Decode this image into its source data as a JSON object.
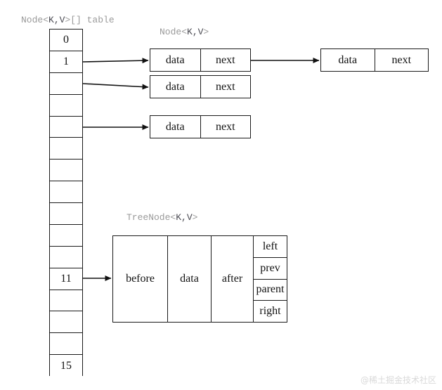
{
  "diagram": {
    "background_color": "#ffffff",
    "line_color": "#1a1a1a",
    "label_color": "#9a9a9a"
  },
  "labels": {
    "table_label": "Node<K,V>[] table",
    "node_label": "Node<K,V>",
    "treenode_label": "TreeNode<K,V>"
  },
  "hash_table": {
    "name": "table",
    "cells": [
      {
        "index": 0,
        "text": "0"
      },
      {
        "index": 1,
        "text": "1"
      },
      {
        "index": 2,
        "text": ""
      },
      {
        "index": 3,
        "text": ""
      },
      {
        "index": 4,
        "text": ""
      },
      {
        "index": 5,
        "text": ""
      },
      {
        "index": 6,
        "text": ""
      },
      {
        "index": 7,
        "text": ""
      },
      {
        "index": 8,
        "text": ""
      },
      {
        "index": 9,
        "text": ""
      },
      {
        "index": 10,
        "text": ""
      },
      {
        "index": 11,
        "text": "11"
      },
      {
        "index": 12,
        "text": ""
      },
      {
        "index": 13,
        "text": ""
      },
      {
        "index": 14,
        "text": ""
      },
      {
        "index": 15,
        "text": "15"
      }
    ]
  },
  "nodes": [
    {
      "id": "node-1",
      "fields": {
        "data": "data",
        "next": "next"
      }
    },
    {
      "id": "node-2",
      "fields": {
        "data": "data",
        "next": "next"
      }
    },
    {
      "id": "node-3",
      "fields": {
        "data": "data",
        "next": "next"
      }
    },
    {
      "id": "node-4",
      "fields": {
        "data": "data",
        "next": "next"
      }
    }
  ],
  "tree_node": {
    "before": "before",
    "data": "data",
    "after": "after",
    "stack": [
      "left",
      "prev",
      "parent",
      "right"
    ]
  },
  "watermark": "@稀土掘金技术社区"
}
